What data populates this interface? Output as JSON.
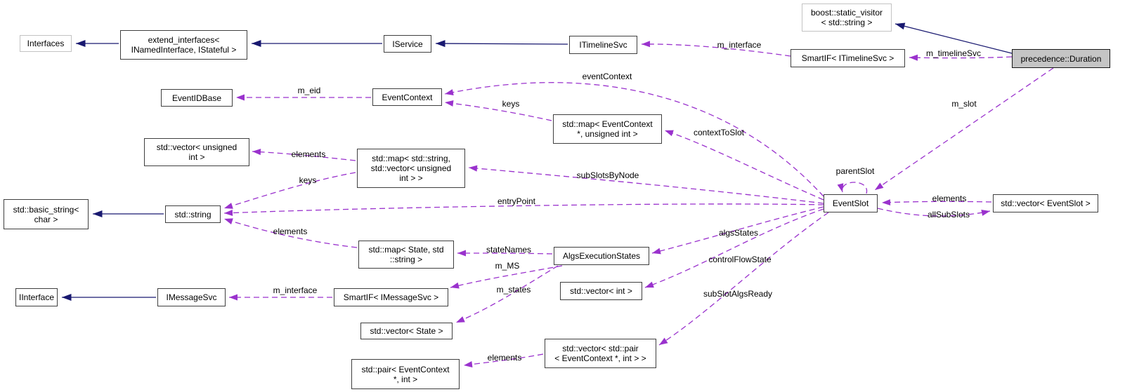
{
  "diagram": {
    "kind": "collaboration-graph",
    "colors": {
      "dashed_edge": "#9a32cd",
      "solid_edge": "#191970",
      "node_fill": "#ffffff",
      "highlight_node_fill": "#c5c5c5",
      "node_border": "#3f3f3f",
      "external_node_border": "#c3c3c3",
      "text": "#000000",
      "background": "#ffffff"
    },
    "nodes": [
      {
        "id": "interfaces",
        "label": "Interfaces"
      },
      {
        "id": "extend-interfaces",
        "label": "extend_interfaces<\nINamedInterface, IStateful >"
      },
      {
        "id": "iservice",
        "label": "IService"
      },
      {
        "id": "itimelinesvc",
        "label": "ITimelineSvc"
      },
      {
        "id": "boost-static-visitor",
        "label": "boost::static_visitor\n< std::string >"
      },
      {
        "id": "smartif-itimelinesvc",
        "label": "SmartIF< ITimelineSvc >"
      },
      {
        "id": "precedence-duration",
        "label": "precedence::Duration"
      },
      {
        "id": "eventidbase",
        "label": "EventIDBase"
      },
      {
        "id": "eventcontext",
        "label": "EventContext"
      },
      {
        "id": "map-eventcontext-uint",
        "label": "std::map< EventContext\n*, unsigned int >"
      },
      {
        "id": "vector-unsigned-int",
        "label": "std::vector< unsigned\nint >"
      },
      {
        "id": "map-string-vector-uint",
        "label": "std::map< std::string,\nstd::vector< unsigned\nint > >"
      },
      {
        "id": "basic-string-char",
        "label": "std::basic_string<\nchar >"
      },
      {
        "id": "std-string",
        "label": "std::string"
      },
      {
        "id": "eventslot",
        "label": "EventSlot"
      },
      {
        "id": "vector-eventslot",
        "label": "std::vector< EventSlot >"
      },
      {
        "id": "map-state-string",
        "label": "std::map< State, std\n::string >"
      },
      {
        "id": "algsexecutionstates",
        "label": "AlgsExecutionStates"
      },
      {
        "id": "iinterface",
        "label": "IInterface"
      },
      {
        "id": "imessagesvc",
        "label": "IMessageSvc"
      },
      {
        "id": "smartif-imessagesvc",
        "label": "SmartIF< IMessageSvc >"
      },
      {
        "id": "vector-int",
        "label": "std::vector< int >"
      },
      {
        "id": "vector-state",
        "label": "std::vector< State >"
      },
      {
        "id": "vector-pair-eventcontext-int",
        "label": "std::vector< std::pair\n< EventContext *, int > >"
      },
      {
        "id": "pair-eventcontext-int",
        "label": "std::pair< EventContext\n*, int >"
      }
    ],
    "edges": [
      {
        "from": "precedence-duration",
        "to": "smartif-itimelinesvc",
        "label": "m_timelineSvc",
        "style": "dashed"
      },
      {
        "from": "smartif-itimelinesvc",
        "to": "itimelinesvc",
        "label": "m_interface",
        "style": "dashed"
      },
      {
        "from": "precedence-duration",
        "to": "eventslot",
        "label": "m_slot",
        "style": "dashed"
      },
      {
        "from": "eventslot",
        "to": "eventslot",
        "label": "parentSlot",
        "style": "dashed"
      },
      {
        "from": "vector-eventslot",
        "to": "eventslot",
        "label": "elements",
        "style": "dashed"
      },
      {
        "from": "eventslot",
        "to": "vector-eventslot",
        "label": "allSubSlots",
        "style": "dashed"
      },
      {
        "from": "eventslot",
        "to": "eventcontext",
        "label": "eventContext",
        "style": "dashed"
      },
      {
        "from": "map-eventcontext-uint",
        "to": "eventcontext",
        "label": "keys",
        "style": "dashed"
      },
      {
        "from": "eventcontext",
        "to": "eventidbase",
        "label": "m_eid",
        "style": "dashed"
      },
      {
        "from": "eventslot",
        "to": "map-eventcontext-uint",
        "label": "contextToSlot",
        "style": "dashed"
      },
      {
        "from": "eventslot",
        "to": "map-string-vector-uint",
        "label": "subSlotsByNode",
        "style": "dashed"
      },
      {
        "from": "map-string-vector-uint",
        "to": "vector-unsigned-int",
        "label": "elements",
        "style": "dashed"
      },
      {
        "from": "map-string-vector-uint",
        "to": "std-string",
        "label": "keys",
        "style": "dashed"
      },
      {
        "from": "eventslot",
        "to": "std-string",
        "label": "entryPoint",
        "style": "dashed"
      },
      {
        "from": "map-state-string",
        "to": "std-string",
        "label": "elements",
        "style": "dashed"
      },
      {
        "from": "algsexecutionstates",
        "to": "map-state-string",
        "label": "stateNames",
        "style": "dashed"
      },
      {
        "from": "algsexecutionstates",
        "to": "smartif-imessagesvc",
        "label": "m_MS",
        "style": "dashed"
      },
      {
        "from": "algsexecutionstates",
        "to": "vector-state",
        "label": "m_states",
        "style": "dashed"
      },
      {
        "from": "eventslot",
        "to": "algsexecutionstates",
        "label": "algsStates",
        "style": "dashed"
      },
      {
        "from": "eventslot",
        "to": "vector-int",
        "label": "controlFlowState",
        "style": "dashed"
      },
      {
        "from": "eventslot",
        "to": "vector-pair-eventcontext-int",
        "label": "subSlotAlgsReady",
        "style": "dashed"
      },
      {
        "from": "vector-pair-eventcontext-int",
        "to": "pair-eventcontext-int",
        "label": "elements",
        "style": "dashed"
      },
      {
        "from": "smartif-imessagesvc",
        "to": "imessagesvc",
        "label": "m_interface",
        "style": "dashed"
      },
      {
        "from": "extend-interfaces",
        "to": "interfaces",
        "label": "",
        "style": "solid"
      },
      {
        "from": "iservice",
        "to": "extend-interfaces",
        "label": "",
        "style": "solid"
      },
      {
        "from": "itimelinesvc",
        "to": "iservice",
        "label": "",
        "style": "solid"
      },
      {
        "from": "precedence-duration",
        "to": "boost-static-visitor",
        "label": "",
        "style": "solid"
      },
      {
        "from": "std-string",
        "to": "basic-string-char",
        "label": "",
        "style": "solid"
      },
      {
        "from": "imessagesvc",
        "to": "iinterface",
        "label": "",
        "style": "solid"
      }
    ]
  }
}
